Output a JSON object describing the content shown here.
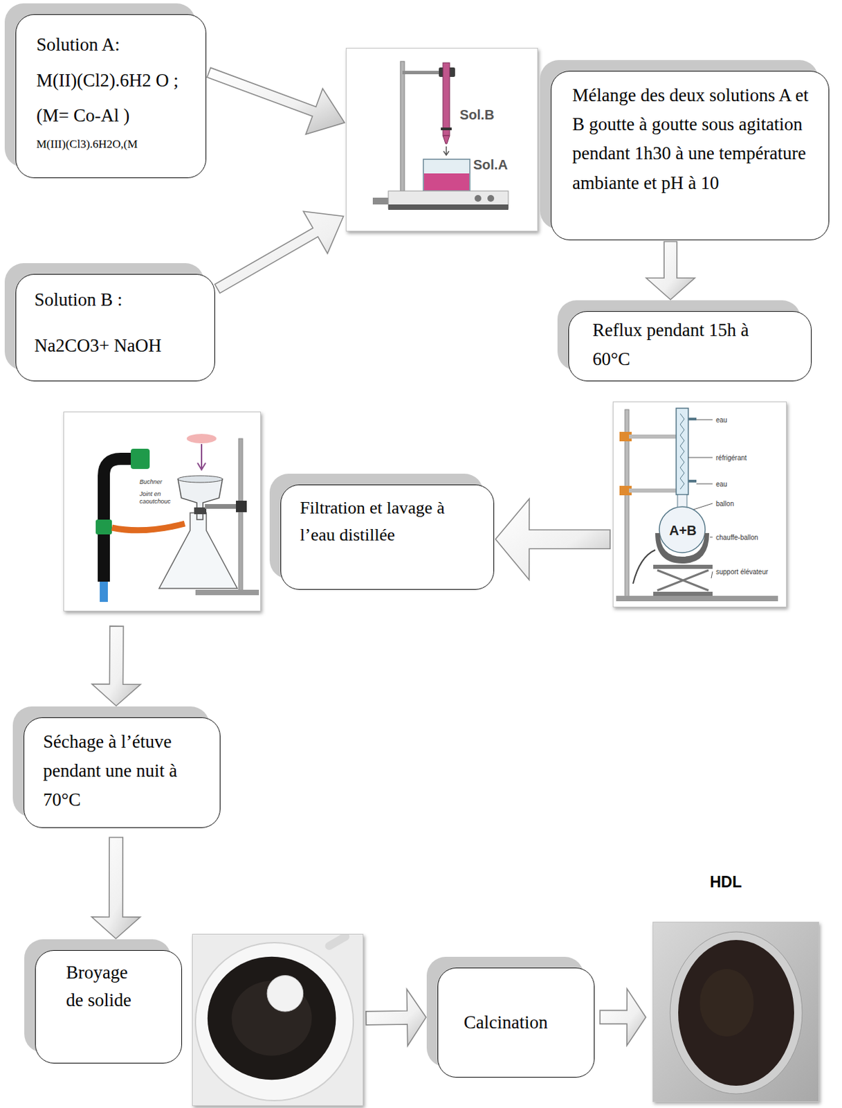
{
  "diagram": {
    "nodes": [
      {
        "text": [
          "Solution A:",
          "M(II)(Cl2).6H2 O ;(M= Co-Al )",
          "M(III)(Cl3).6H2O,(M"
        ]
      },
      {
        "text": [
          "Sol.B",
          "Sol.A"
        ]
      },
      {
        "text": [
          "Mélange des deux solutions A et B goutte à goutte sous agitation pendant 1h30 à une température ambiante et pH à 10"
        ]
      },
      {
        "text": [
          "Solution B :",
          "Na2CO3+ NaOH"
        ]
      },
      {
        "text": [
          "Reflux pendant 15h à 60°C"
        ]
      },
      {
        "text": [
          "Buchner",
          "Joint en caoutchouc"
        ]
      },
      {
        "text": [
          "Filtration et lavage à l’eau distillée"
        ]
      },
      {
        "text": [
          "eau",
          "réfrigérant",
          "eau",
          "ballon",
          "A+B",
          "chauffe-ballon",
          "support élévateur"
        ]
      },
      {
        "text": [
          "Séchage à l’étuve pendant une nuit à 70°C"
        ]
      },
      {
        "text": [
          "Broyage de solide"
        ]
      },
      {
        "text": [
          "Calcination"
        ]
      },
      {
        "text": [
          "HDL"
        ]
      }
    ],
    "edges": [
      {
        "from": 0,
        "to": 1,
        "arrow": "to"
      },
      {
        "from": 3,
        "to": 1,
        "arrow": "to"
      },
      {
        "from": 2,
        "to": 4,
        "arrow": "to"
      },
      {
        "from": 7,
        "to": 6,
        "arrow": "to"
      },
      {
        "from": 5,
        "to": 8,
        "arrow": "to"
      },
      {
        "from": 8,
        "to": 9,
        "arrow": "to"
      },
      {
        "from": 9,
        "to": 10,
        "arrow": "to"
      },
      {
        "from": 10,
        "to": 11,
        "arrow": "to"
      }
    ]
  }
}
